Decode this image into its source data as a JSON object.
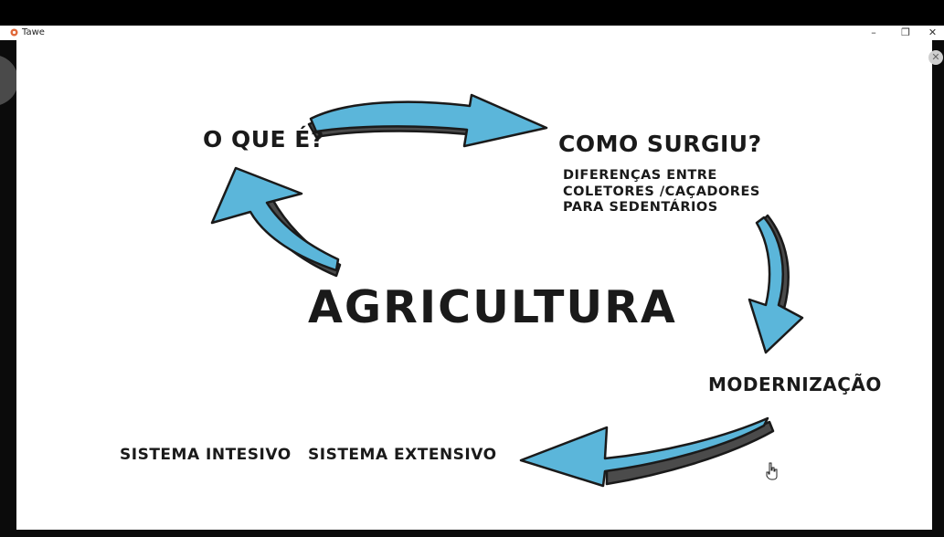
{
  "window": {
    "title": "Tawe",
    "minimize_icon": "–",
    "restore_icon": "❐",
    "close_icon": "✕"
  },
  "side_close_icon": "✕",
  "diagram": {
    "question": "O QUE É?",
    "origin": "COMO SURGIU?",
    "differences": "DIFERENÇAS ENTRE\nCOLETORES /CAÇADORES\nPARA SEDENTÁRIOS",
    "center": "AGRICULTURA",
    "modernization": "MODERNIZAÇÃO",
    "intensive": "SISTEMA INTESIVO",
    "extensive": "SISTEMA EXTENSIVO"
  },
  "colors": {
    "arrow_fill": "#5bb6da",
    "arrow_shade": "#4b4b4b",
    "outline": "#1a1a1a"
  }
}
